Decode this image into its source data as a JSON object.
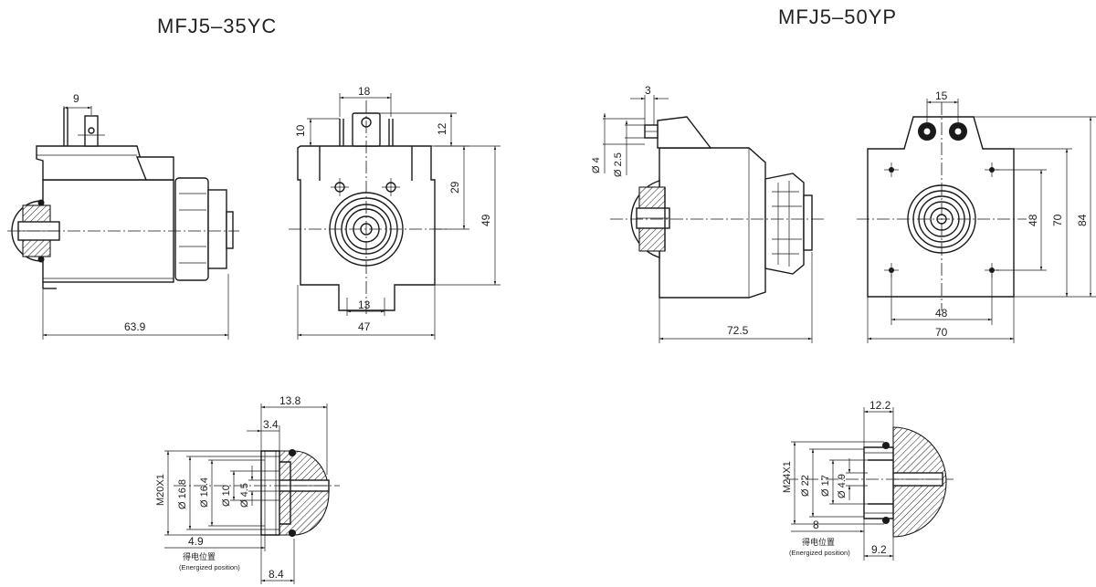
{
  "models": {
    "left_title": "MFJ5–35YC",
    "right_title": "MFJ5–50YP"
  },
  "left_model": {
    "side_view": {
      "pin_offset": "9",
      "length": "63.9"
    },
    "front_view": {
      "pin_span": "18",
      "pin_height": "10",
      "top_offset": "12",
      "center_height": "29",
      "total_height": "49",
      "bottom_slot": "13",
      "width": "47"
    },
    "connector_detail": {
      "overall": "13.8",
      "step": "3.4",
      "thread": "M20X1",
      "dia_outer": "Ø 16.8",
      "dia_seat": "Ø 16.4",
      "dia_mid": "Ø 10",
      "dia_bore": "Ø 4.5",
      "left_offset": "4.9",
      "bottom_length": "8.4"
    }
  },
  "right_model": {
    "side_view": {
      "pin_offset": "3",
      "dia_4": "Ø 4",
      "dia_25": "Ø 2.5",
      "length": "72.5"
    },
    "front_view": {
      "pin_span": "15",
      "hole_vertical": "48",
      "height_70": "70",
      "total_height": "84",
      "hole_horizontal": "48",
      "width": "70"
    },
    "connector_detail": {
      "overall": "12.2",
      "thread": "M24X1",
      "dia_outer": "Ø 22",
      "dia_mid": "Ø 17",
      "dia_bore": "Ø 4.9",
      "left_offset": "8",
      "bottom_length": "9.2"
    }
  },
  "notes": {
    "energized_cn": "得电位置",
    "energized_en": "(Energized position)"
  },
  "colors": {
    "line": "#1a1a1a",
    "background": "#ffffff"
  }
}
